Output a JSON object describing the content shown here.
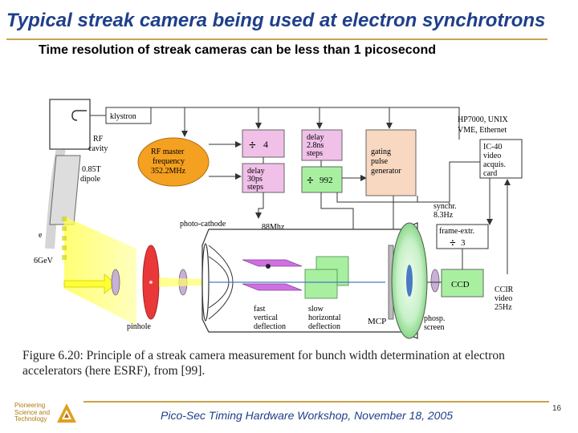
{
  "slide": {
    "title": "Typical streak camera being used at electron synchrotrons",
    "subtitle": "Time resolution of streak cameras can be less than 1 picosecond",
    "page_number": "16"
  },
  "diagram": {
    "labels": {
      "klystron": "klystron",
      "rf_cavity_1": "RF",
      "rf_cavity_2": "cavity",
      "dipole_1": "0.85T",
      "dipole_2": "dipole",
      "electron": "e",
      "energy": "6GeV",
      "rf_master_1": "RF master",
      "rf_master_2": "frequency",
      "rf_master_3": "352.2MHz",
      "div4": "4",
      "delay_steps_1": "delay",
      "delay_steps_2": "30ps",
      "delay_steps_3": "steps",
      "delay_ns_1": "delay",
      "delay_ns_2": "2.8ns",
      "delay_ns_3": "steps",
      "div992": "992",
      "gating_1": "gating",
      "gating_2": "pulse",
      "gating_3": "generator",
      "hp_1": "HP7000, UNIX",
      "hp_2": "VME, Ethernet",
      "ic40_1": "IC-40",
      "ic40_2": "video",
      "ic40_3": "acquis.",
      "ic40_4": "card",
      "synchr_1": "synchr.",
      "synchr_2": "8.3Hz",
      "frame_extr": "frame-extr.",
      "div3": "3",
      "freq88": "88Mhz",
      "photocathode": "photo-cathode",
      "ccd": "CCD",
      "ccir_1": "CCIR",
      "ccir_2": "video",
      "ccir_3": "25Hz",
      "pinhole": "pinhole",
      "fast_1": "fast",
      "fast_2": "vertical",
      "fast_3": "deflection",
      "slow_1": "slow",
      "slow_2": "horizontal",
      "slow_3": "deflection",
      "mcp": "MCP",
      "phosp_1": "phosp.",
      "phosp_2": "screen"
    },
    "caption_prefix": "Figure 6.20:",
    "caption": "Principle of a streak camera measurement for bunch width determination at electron accelerators (here ESRF), from [99]."
  },
  "footer": {
    "logo_line1": "Pioneering",
    "logo_line2": "Science and",
    "logo_line3": "Technology",
    "workshop": "Pico-Sec Timing Hardware Workshop, November 18, 2005"
  },
  "colors": {
    "title": "#1f3f8a",
    "rule": "#c8a448",
    "rf_master": "#f4a020",
    "pink_box": "#f0c0e8",
    "green_box": "#a8f0a0",
    "gating_box": "#f8d8c0",
    "beam": "#ffff66"
  }
}
